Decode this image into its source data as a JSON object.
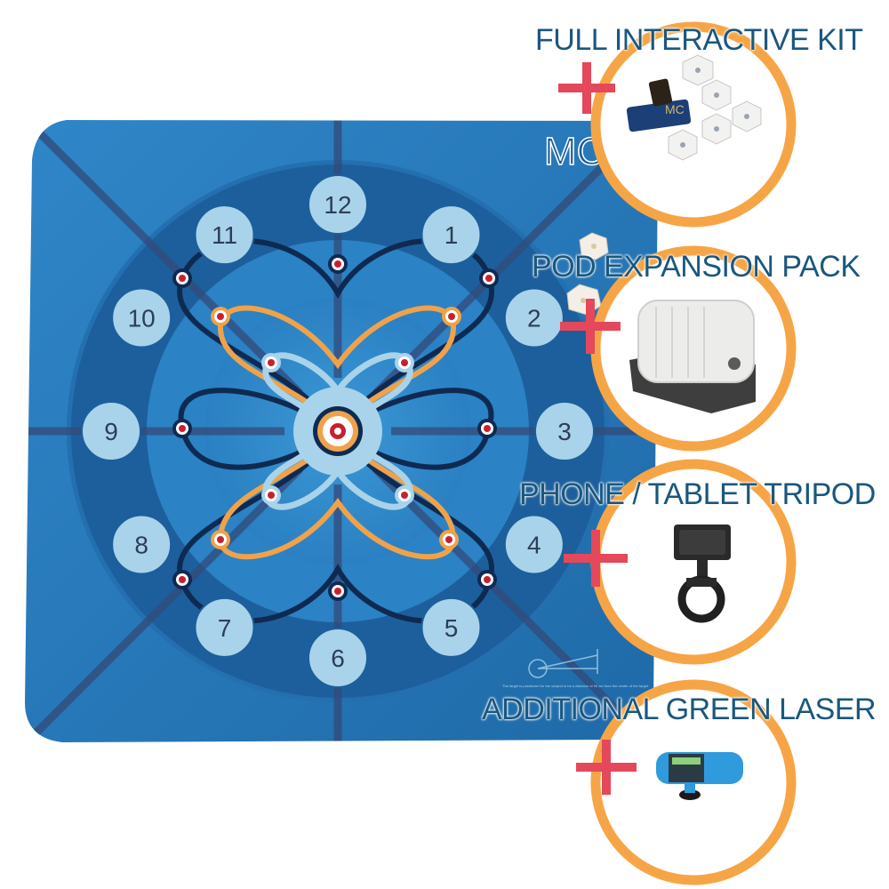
{
  "mat": {
    "logo_text": "MC",
    "clock_numbers": [
      "12",
      "1",
      "2",
      "3",
      "4",
      "5",
      "6",
      "7",
      "8",
      "9",
      "10",
      "11"
    ],
    "instruction_text": "The target is positioned for the subject to be a distance of 90 cm from the center of the target"
  },
  "addons": [
    {
      "title": "FULL INTERACTIVE KIT",
      "icon": "sensor-pods-icon"
    },
    {
      "title": "POD EXPANSION PACK",
      "icon": "pod-stack-icon"
    },
    {
      "title": "PHONE / TABLET TRIPOD",
      "icon": "phone-mount-icon"
    },
    {
      "title": "ADDITIONAL GREEN LASER",
      "icon": "laser-icon"
    }
  ],
  "colors": {
    "mat_blue": "#2a7fbf",
    "mat_dark": "#1f5d94",
    "navy_line": "#0f2a52",
    "orange": "#f0a24a",
    "light_blue": "#a9d3ea",
    "ring_orange": "#f6a546",
    "plus_red": "#e4485a",
    "title_blue": "#19577e"
  }
}
